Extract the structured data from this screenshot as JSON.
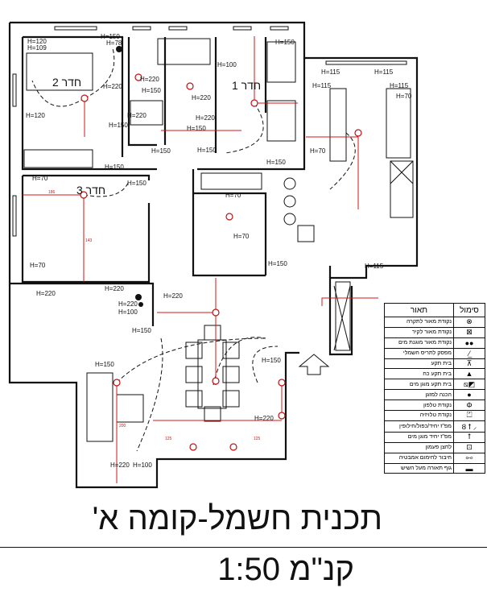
{
  "plan": {
    "rooms": [
      "חדר 2",
      "חדר 1",
      "חדר 3"
    ],
    "height_labels": [
      "H=120",
      "H=109",
      "H=150",
      "H=78",
      "H=220",
      "H=220",
      "H=150",
      "H=220",
      "H=150",
      "H=150",
      "H=150",
      "H=120",
      "H=220",
      "H=220",
      "H=150",
      "H=150",
      "H=100",
      "H=150",
      "H=150",
      "H=115",
      "H=115",
      "H=115",
      "H=115",
      "H=70",
      "H=70",
      "H=70",
      "H=150",
      "H=70",
      "H=70",
      "H=220",
      "H=220",
      "H=220",
      "H=100",
      "H=150",
      "H=220",
      "H=70",
      "H=150",
      "H=115",
      "H=150",
      "H=150",
      "H=220",
      "H=220",
      "H=100"
    ],
    "dimension_labels": [
      "186",
      "143",
      "125",
      "125",
      "200"
    ]
  },
  "legend": {
    "header_symbol": "סימול",
    "header_description": "תאור",
    "rows": [
      {
        "symbol": "⊗",
        "description": "נקודת מאור לתקרה"
      },
      {
        "symbol": "⊠",
        "description": "נקודת מאור לקיר"
      },
      {
        "symbol": "●●",
        "description": "נקודת מאור מוגנת מים"
      },
      {
        "symbol": "⁄̲",
        "description": "מפסק לתריס חשמלי"
      },
      {
        "symbol": "⊼",
        "description": "בית תקע"
      },
      {
        "symbol": "▲",
        "description": "בית תקע כח"
      },
      {
        "symbol": "◩⧄",
        "description": "בית תקע מוגן מים"
      },
      {
        "symbol": "●",
        "description": "הכנה למזגן"
      },
      {
        "symbol": "Φ",
        "description": "נקודת טלפון"
      },
      {
        "symbol": "⏍",
        "description": "נקודת טלויזיה"
      },
      {
        "symbol": "⸜ Ȣ ꝉ",
        "description": "מפ\"ז יחיד/כפול/חילופין"
      },
      {
        "symbol": "ꝉ",
        "description": "מפ\"ז יחיד מוגן מים"
      },
      {
        "symbol": "⊡",
        "description": "לחצן פעמון"
      },
      {
        "symbol": "⧟",
        "description": "חיבור לחימום אמבטיה"
      },
      {
        "symbol": "▬",
        "description": "גוף תאורה מעל השיש"
      }
    ]
  },
  "title": "תכנית חשמל-קומה א'",
  "scale": "קנ\"מ 1:50",
  "colors": {
    "dimension": "#d41515",
    "wall": "#111111"
  }
}
